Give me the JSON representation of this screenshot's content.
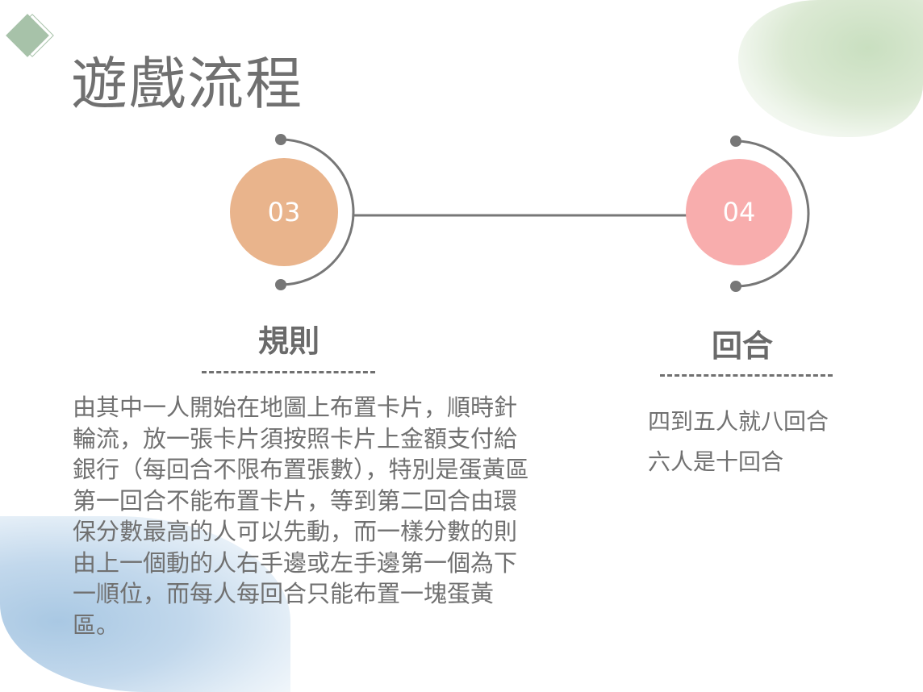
{
  "slide": {
    "title": "遊戲流程",
    "steps": [
      {
        "number": "03",
        "heading": "規則",
        "color": "#E9B48C",
        "body": "由其中一人開始在地圖上布置卡片，順時針輪流，放一張卡片須按照卡片上金額支付給銀行（每回合不限布置張數），特別是蛋黃區第一回合不能布置卡片，等到第二回合由環保分數最高的人可以先動，而一樣分數的則由上一個動的人右手邊或左手邊第一個為下一順位，而每人每回合只能布置一塊蛋黃區。"
      },
      {
        "number": "04",
        "heading": "回合",
        "color": "#F8ADAD",
        "lines": [
          "四到五人就八回合",
          "六人是十回合"
        ]
      }
    ]
  }
}
